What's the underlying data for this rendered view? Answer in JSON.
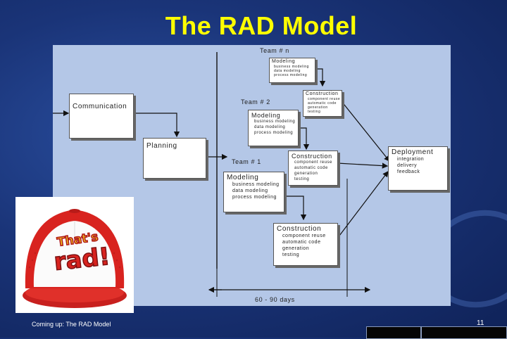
{
  "slide": {
    "title": "The RAD Model",
    "footer": "Coming up: The RAD Model",
    "page_number": "11"
  },
  "diagram": {
    "team_n_label": "Team # n",
    "team2_label": "Team # 2",
    "team1_label": "Team # 1",
    "time_label": "60 - 90 days",
    "communication": {
      "title": "Communication"
    },
    "planning": {
      "title": "Planning"
    },
    "deployment": {
      "title": "Deployment",
      "items": [
        "integration",
        "delivery",
        "feedback"
      ]
    },
    "team_n_modeling": {
      "title": "Modeling",
      "items": [
        "business modeling",
        "data modeling",
        "process modeling"
      ]
    },
    "team_n_construction": {
      "title": "Construction",
      "items": [
        "component reuse",
        "automatic code",
        "generation",
        "testing"
      ]
    },
    "team2_modeling": {
      "title": "Modeling",
      "items": [
        "business modeling",
        "data modeling",
        "process modeling"
      ]
    },
    "team2_construction": {
      "title": "Construction",
      "items": [
        "component reuse",
        "automatic code",
        "generation",
        "testing"
      ]
    },
    "team1_modeling": {
      "title": "Modeling",
      "items": [
        "business modeling",
        "data modeling",
        "process modeling"
      ]
    },
    "team1_construction": {
      "title": "Construction",
      "items": [
        "component reuse",
        "automatic code",
        "generation",
        "testing"
      ]
    }
  },
  "image": {
    "hat_text_line1": "That's",
    "hat_text_line2": "rad!"
  }
}
